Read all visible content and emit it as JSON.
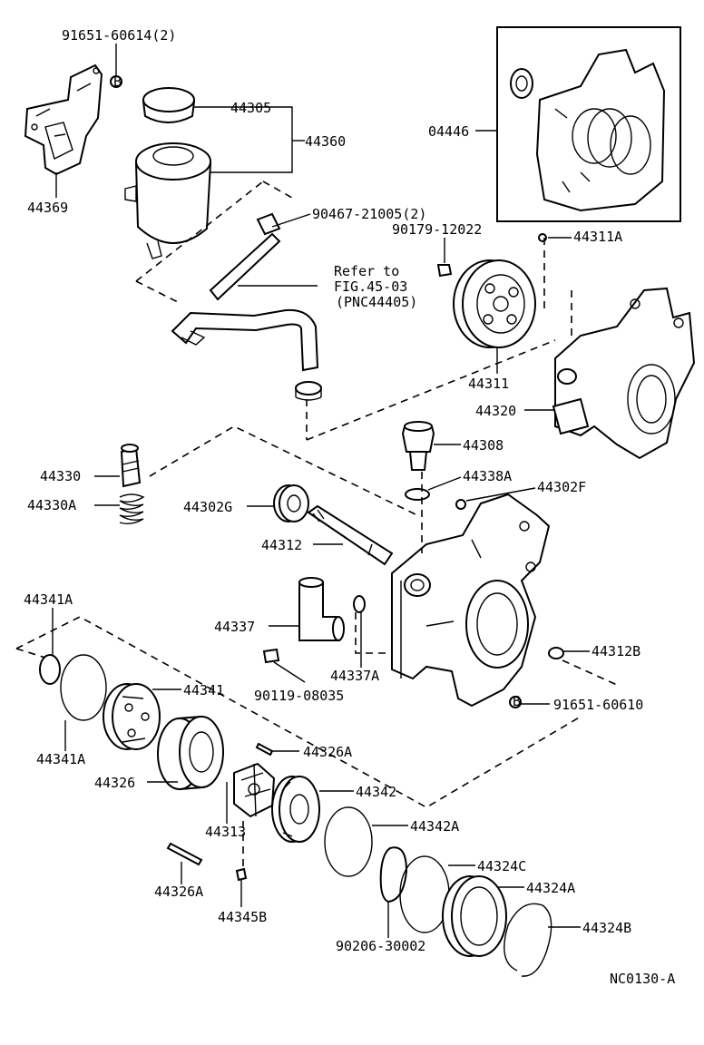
{
  "diagram": {
    "reference": "NC0130-A",
    "refer_note": {
      "line1": "Refer to",
      "line2": "FIG.45-03",
      "line3": "(PNC44405)"
    },
    "callouts": [
      {
        "id": "91651-60614",
        "text": "91651-60614(2)"
      },
      {
        "id": "44369",
        "text": "44369"
      },
      {
        "id": "44305",
        "text": "44305"
      },
      {
        "id": "44360",
        "text": "44360"
      },
      {
        "id": "90467-21005",
        "text": "90467-21005(2)"
      },
      {
        "id": "04446",
        "text": "04446"
      },
      {
        "id": "90179-12022",
        "text": "90179-12022"
      },
      {
        "id": "44311A",
        "text": "44311A"
      },
      {
        "id": "44311",
        "text": "44311"
      },
      {
        "id": "44320",
        "text": "44320"
      },
      {
        "id": "44308",
        "text": "44308"
      },
      {
        "id": "44338A",
        "text": "44338A"
      },
      {
        "id": "44302F",
        "text": "44302F"
      },
      {
        "id": "44330",
        "text": "44330"
      },
      {
        "id": "44330A",
        "text": "44330A"
      },
      {
        "id": "44302G",
        "text": "44302G"
      },
      {
        "id": "44312",
        "text": "44312"
      },
      {
        "id": "44341A-top",
        "text": "44341A"
      },
      {
        "id": "44337",
        "text": "44337"
      },
      {
        "id": "44337A",
        "text": "44337A"
      },
      {
        "id": "44312B",
        "text": "44312B"
      },
      {
        "id": "90119-08035",
        "text": "90119-08035"
      },
      {
        "id": "44341",
        "text": "44341"
      },
      {
        "id": "91651-60610",
        "text": "91651-60610"
      },
      {
        "id": "44341A-bottom",
        "text": "44341A"
      },
      {
        "id": "44326A-right",
        "text": "44326A"
      },
      {
        "id": "44326",
        "text": "44326"
      },
      {
        "id": "44342",
        "text": "44342"
      },
      {
        "id": "44313",
        "text": "44313"
      },
      {
        "id": "44342A",
        "text": "44342A"
      },
      {
        "id": "44324C",
        "text": "44324C"
      },
      {
        "id": "44324A",
        "text": "44324A"
      },
      {
        "id": "44326A-left",
        "text": "44326A"
      },
      {
        "id": "44345B",
        "text": "44345B"
      },
      {
        "id": "90206-30002",
        "text": "90206-30002"
      },
      {
        "id": "44324B",
        "text": "44324B"
      }
    ]
  }
}
